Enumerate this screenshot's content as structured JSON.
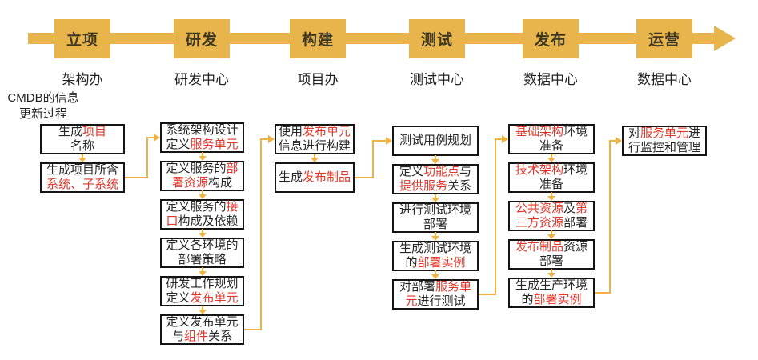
{
  "colors": {
    "gold": "#E8B44C",
    "connector": "#F0B243",
    "highlight_red": "#DF372B",
    "text_black": "#262626"
  },
  "caption": {
    "line1": "CMDB的信息",
    "line2": "更新过程"
  },
  "timeline": {
    "stages": [
      {
        "label": "立项",
        "org": "架构办"
      },
      {
        "label": "研发",
        "org": "研发中心"
      },
      {
        "label": "构建",
        "org": "项目办"
      },
      {
        "label": "测试",
        "org": "测试中心"
      },
      {
        "label": "发布",
        "org": "数据中心"
      },
      {
        "label": "运营",
        "org": "数据中心"
      }
    ]
  },
  "columns": [
    {
      "stage": "立项",
      "boxes": [
        {
          "lines": [
            [
              {
                "t": "生成"
              },
              {
                "t": "项目",
                "red": true
              }
            ],
            [
              {
                "t": "名称"
              }
            ]
          ]
        },
        {
          "lines": [
            [
              {
                "t": "生成项目所含"
              }
            ],
            [
              {
                "t": "系统、子系统",
                "red": true
              }
            ]
          ]
        }
      ]
    },
    {
      "stage": "研发",
      "boxes": [
        {
          "lines": [
            [
              {
                "t": "系统架构设计"
              }
            ],
            [
              {
                "t": "定义"
              },
              {
                "t": "服务单元",
                "red": true
              }
            ]
          ]
        },
        {
          "lines": [
            [
              {
                "t": "定义服务的"
              },
              {
                "t": "部",
                "red": true
              }
            ],
            [
              {
                "t": "署资源",
                "red": true
              },
              {
                "t": "构成"
              }
            ]
          ]
        },
        {
          "lines": [
            [
              {
                "t": "定义服务的"
              },
              {
                "t": "接",
                "red": true
              }
            ],
            [
              {
                "t": "口",
                "red": true
              },
              {
                "t": "构成及依赖"
              }
            ]
          ]
        },
        {
          "lines": [
            [
              {
                "t": "定义各环境的"
              }
            ],
            [
              {
                "t": "部署策略"
              }
            ]
          ]
        },
        {
          "lines": [
            [
              {
                "t": "研发工作规划"
              }
            ],
            [
              {
                "t": "定义"
              },
              {
                "t": "发布单元",
                "red": true
              }
            ]
          ]
        },
        {
          "lines": [
            [
              {
                "t": "定义发布单元"
              }
            ],
            [
              {
                "t": "与"
              },
              {
                "t": "组件",
                "red": true
              },
              {
                "t": "关系"
              }
            ]
          ]
        }
      ]
    },
    {
      "stage": "构建",
      "boxes": [
        {
          "lines": [
            [
              {
                "t": "使用"
              },
              {
                "t": "发布单元",
                "red": true
              }
            ],
            [
              {
                "t": "信息进行构建"
              }
            ]
          ]
        },
        {
          "lines": [
            [
              {
                "t": "生成"
              },
              {
                "t": "发布制品",
                "red": true
              }
            ]
          ]
        }
      ]
    },
    {
      "stage": "测试",
      "boxes": [
        {
          "lines": [
            [
              {
                "t": "测试用例规划"
              }
            ]
          ]
        },
        {
          "lines": [
            [
              {
                "t": "定义"
              },
              {
                "t": "功能点",
                "red": true
              },
              {
                "t": "与"
              }
            ],
            [
              {
                "t": "提供服务",
                "red": true
              },
              {
                "t": "关系"
              }
            ]
          ]
        },
        {
          "lines": [
            [
              {
                "t": "进行测试环境"
              }
            ],
            [
              {
                "t": "部署"
              }
            ]
          ]
        },
        {
          "lines": [
            [
              {
                "t": "生成测试环境"
              }
            ],
            [
              {
                "t": "的"
              },
              {
                "t": "部署实例",
                "red": true
              }
            ]
          ]
        },
        {
          "lines": [
            [
              {
                "t": "对部署"
              },
              {
                "t": "服务单",
                "red": true
              }
            ],
            [
              {
                "t": "元",
                "red": true
              },
              {
                "t": "进行测试"
              }
            ]
          ]
        }
      ]
    },
    {
      "stage": "发布",
      "boxes": [
        {
          "lines": [
            [
              {
                "t": "基础架构",
                "red": true
              },
              {
                "t": "环境"
              }
            ],
            [
              {
                "t": "准备"
              }
            ]
          ]
        },
        {
          "lines": [
            [
              {
                "t": "技术架构",
                "red": true
              },
              {
                "t": "环境"
              }
            ],
            [
              {
                "t": "准备"
              }
            ]
          ]
        },
        {
          "lines": [
            [
              {
                "t": "公共资源",
                "red": true
              },
              {
                "t": "及"
              },
              {
                "t": "第",
                "red": true
              }
            ],
            [
              {
                "t": "三方资源",
                "red": true
              },
              {
                "t": "部署"
              }
            ]
          ]
        },
        {
          "lines": [
            [
              {
                "t": "发布制品",
                "red": true
              },
              {
                "t": "资源"
              }
            ],
            [
              {
                "t": "部署"
              }
            ]
          ]
        },
        {
          "lines": [
            [
              {
                "t": "生成生产环境"
              }
            ],
            [
              {
                "t": "的"
              },
              {
                "t": "部署实例",
                "red": true
              }
            ]
          ]
        }
      ]
    },
    {
      "stage": "运营",
      "boxes": [
        {
          "lines": [
            [
              {
                "t": "对"
              },
              {
                "t": "服务单元",
                "red": true
              },
              {
                "t": "进"
              }
            ],
            [
              {
                "t": "行监控和管理"
              }
            ]
          ]
        }
      ]
    }
  ]
}
